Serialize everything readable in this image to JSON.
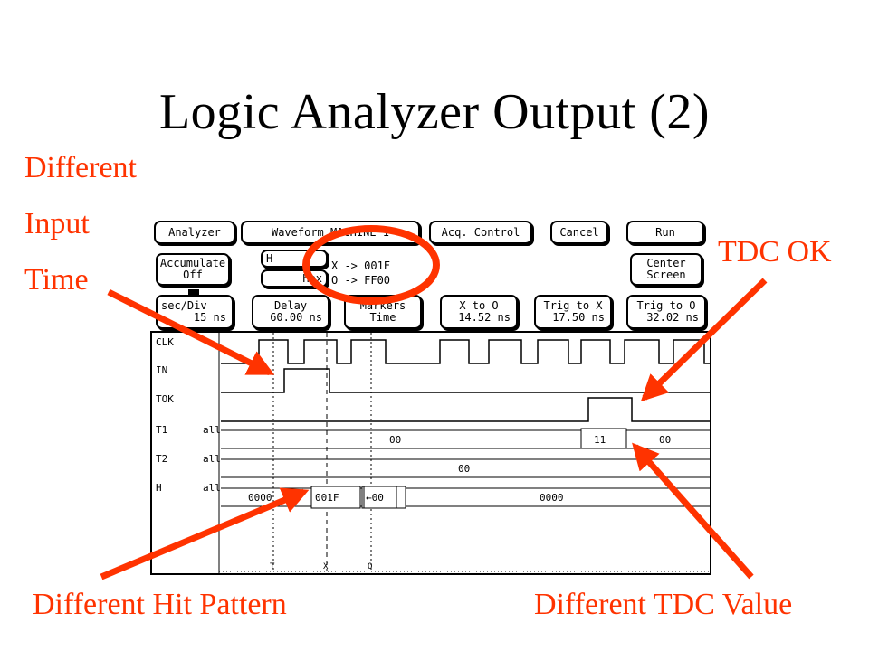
{
  "title": "Logic Analyzer Output (2)",
  "annotations": {
    "input_time": [
      "Different",
      "Input",
      "Time"
    ],
    "tdc_ok": "TDC OK",
    "hit_pattern": "Different Hit Pattern",
    "tdc_value": "Different TDC Value"
  },
  "analyzer": {
    "buttons": {
      "analyzer": "Analyzer",
      "waveform": "Waveform MACHINE 1",
      "acq_control": "Acq. Control",
      "cancel": "Cancel",
      "run": "Run",
      "accumulate_l1": "Accumulate",
      "accumulate_l2": "Off",
      "base_h": "H",
      "base_hex": "Hex",
      "center_l1": "Center",
      "center_l2": "Screen",
      "sec_div_l1": "sec/Div",
      "sec_div_l2": "15 ns",
      "delay_l1": "Delay",
      "delay_l2": "60.00 ns",
      "markers_l1": "Markers",
      "markers_l2": "Time",
      "x_to_o_l1": "X to O",
      "x_to_o_l2": "14.52 ns",
      "trig_to_x_l1": "Trig to X",
      "trig_to_x_l2": "17.50 ns",
      "trig_to_o_l1": "Trig to O",
      "trig_to_o_l2": "32.02 ns"
    },
    "marker_values": {
      "x": "X -> 001F",
      "o": "O -> FF00"
    },
    "channels": [
      {
        "name": "CLK",
        "mode": ""
      },
      {
        "name": "IN",
        "mode": ""
      },
      {
        "name": "TOK",
        "mode": ""
      },
      {
        "name": "T1",
        "mode": "all"
      },
      {
        "name": "T2",
        "mode": "all"
      },
      {
        "name": "H",
        "mode": "all"
      }
    ],
    "bus_values": {
      "t1_left": "00",
      "t1_mid": "11",
      "t1_right": "00",
      "t2": "00",
      "h_left": "0000",
      "h_a": "001F",
      "h_b": "←00",
      "h_right": "0000"
    },
    "markers": [
      "T",
      "X",
      "O"
    ]
  },
  "colors": {
    "annotation": "#ff3300",
    "text": "#000000"
  }
}
